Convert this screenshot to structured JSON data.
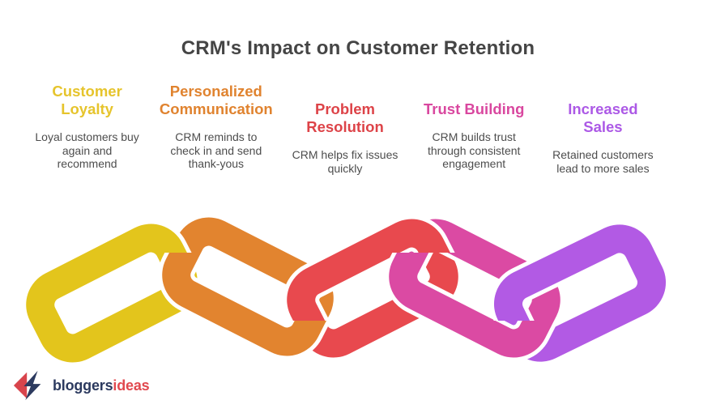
{
  "title": {
    "text": "CRM's Impact on Customer Retention",
    "color": "#454545"
  },
  "columns": [
    {
      "heading": "Customer\nLoyalty",
      "heading_color": "#E6C42C",
      "body": "Loyal customers buy\nagain and\nrecommend"
    },
    {
      "heading": "Personalized\nCommunication",
      "heading_color": "#E0832F",
      "body": "CRM reminds to\ncheck in and send\nthank-yous"
    },
    {
      "heading": "Problem\nResolution",
      "heading_color": "#DD4348",
      "body": "CRM helps fix issues\nquickly"
    },
    {
      "heading": "Trust Building",
      "heading_color": "#D9479F",
      "body": "CRM builds trust\nthrough consistent\nengagement"
    },
    {
      "heading": "Increased\nSales",
      "heading_color": "#AC59E6",
      "body": "Retained customers\nlead to more sales"
    }
  ],
  "chain": {
    "links": [
      {
        "name": "customer-loyalty-link",
        "color": "#E3C51C"
      },
      {
        "name": "personalized-communication-link",
        "color": "#E2842F"
      },
      {
        "name": "problem-resolution-link",
        "color": "#E8494E"
      },
      {
        "name": "trust-building-link",
        "color": "#DB4AA3"
      },
      {
        "name": "increased-sales-link",
        "color": "#B25AE4"
      }
    ]
  },
  "logo": {
    "text_primary": "bloggers",
    "text_accent": "ideas",
    "primary_color": "#2C3A5F",
    "accent_color": "#E1494F",
    "mark_red": "#D8444C"
  }
}
